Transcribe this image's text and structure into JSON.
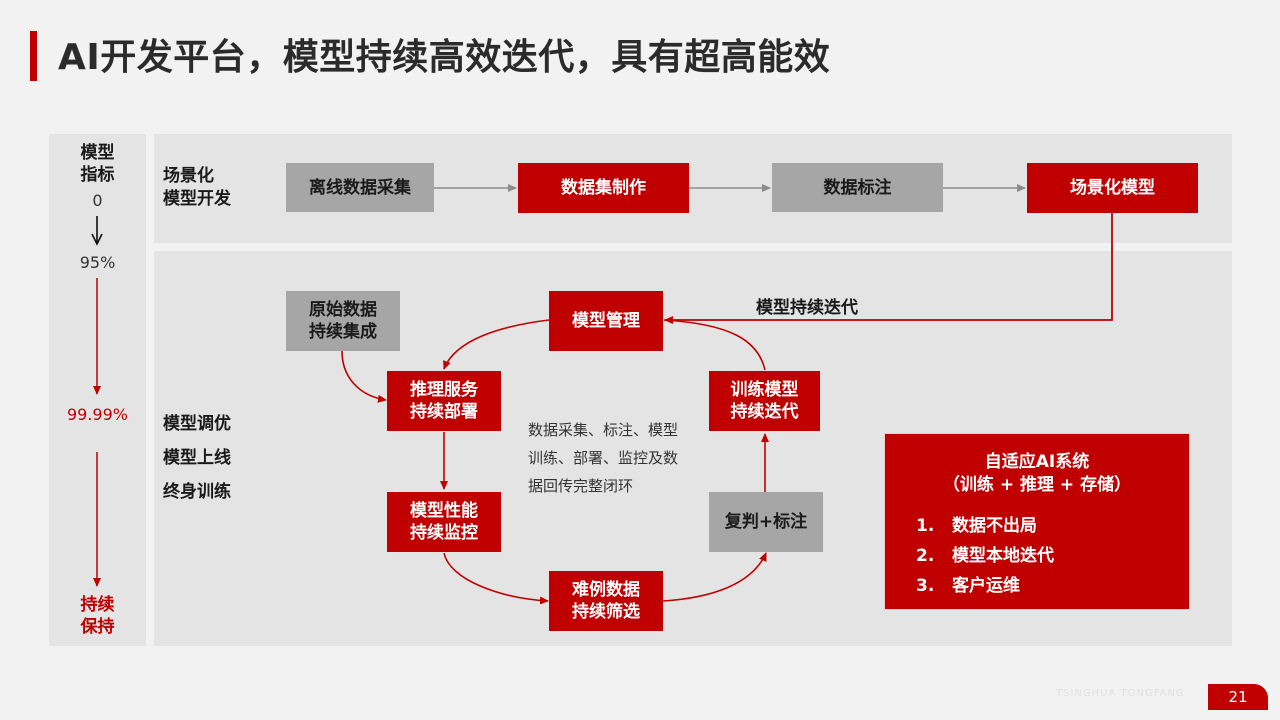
{
  "title": "AI开发平台，模型持续高效迭代，具有超高能效",
  "metrics": {
    "title_line1": "模型",
    "title_line2": "指标",
    "start": "0",
    "v95": "95%",
    "v9999": "99.99%",
    "end_line1": "持续",
    "end_line2": "保持"
  },
  "stage_top": {
    "line1": "场景化",
    "line2": "模型开发"
  },
  "pipeline": {
    "step1": "离线数据采集",
    "step2": "数据集制作",
    "step3": "数据标注",
    "step4": "场景化模型"
  },
  "stage_bottom": {
    "line1": "模型调优",
    "line2": "模型上线",
    "line3": "终身训练"
  },
  "loop": {
    "raw_data_l1": "原始数据",
    "raw_data_l2": "持续集成",
    "model_mgmt": "模型管理",
    "iter_label": "模型持续迭代",
    "inference_l1": "推理服务",
    "inference_l2": "持续部署",
    "train_l1": "训练模型",
    "train_l2": "持续迭代",
    "perf_l1": "模型性能",
    "perf_l2": "持续监控",
    "review": "复判+标注",
    "hard_l1": "难例数据",
    "hard_l2": "持续筛选",
    "center_l1": "数据采集、标注、模型",
    "center_l2": "训练、部署、监控及数",
    "center_l3": "据回传完整闭环"
  },
  "ai_system": {
    "title_l1": "自适应AI系统",
    "title_l2": "（训练 + 推理 + 存储）",
    "items": [
      {
        "num": "1.",
        "text": "数据不出局"
      },
      {
        "num": "2.",
        "text": "模型本地迭代"
      },
      {
        "num": "3.",
        "text": "客户运维"
      }
    ]
  },
  "footer": {
    "brand": "TSINGHUA TONGFANG",
    "page": "21"
  },
  "colors": {
    "accent": "#c00000",
    "gray_box": "#a6a6a6",
    "panel": "#e4e4e4"
  }
}
